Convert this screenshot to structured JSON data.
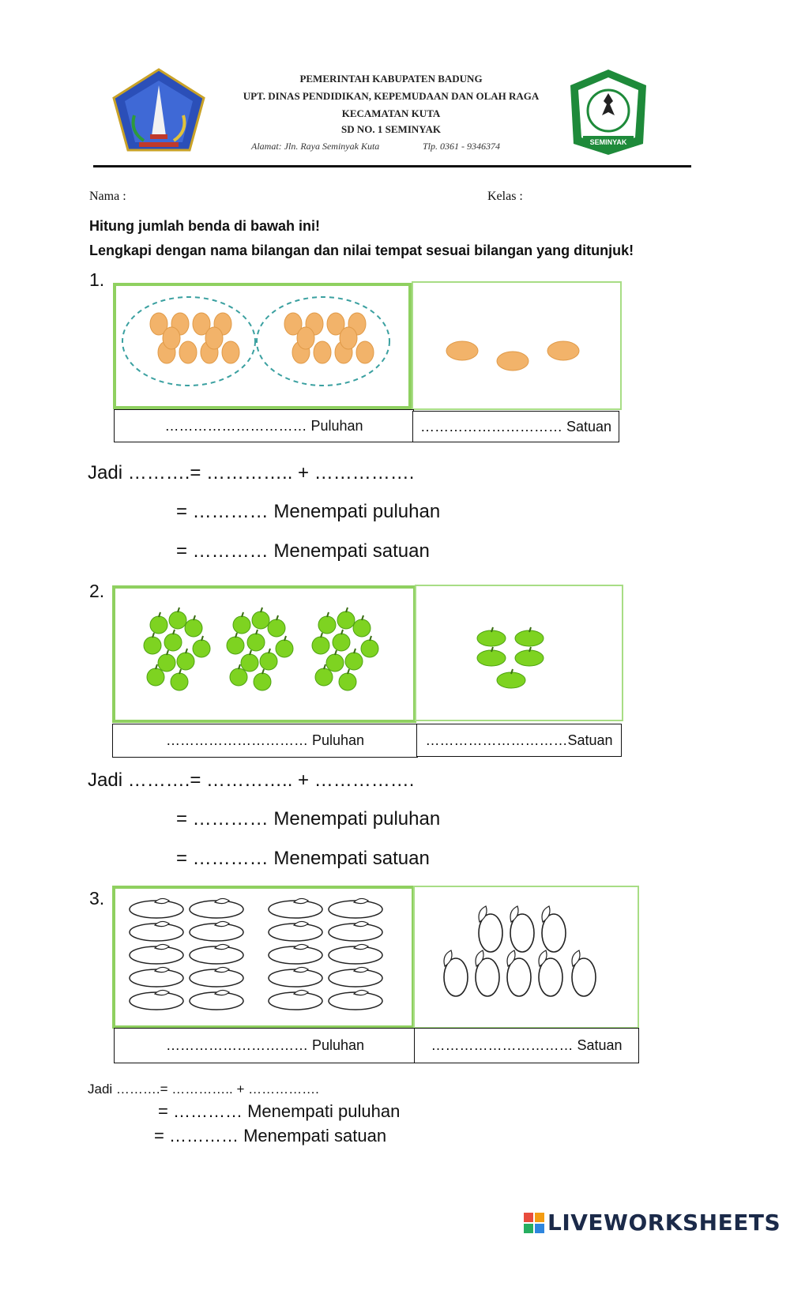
{
  "header": {
    "line1": "PEMERINTAH KABUPATEN BADUNG",
    "line2": "UPT. DINAS PENDIDIKAN, KEPEMUDAAN DAN OLAH RAGA",
    "line3": "KECAMATAN KUTA",
    "line4": "SD NO. 1 SEMINYAK",
    "address": "Alamat: Jln. Raya Seminyak Kuta",
    "phone": "Tlp. 0361 - 9346374",
    "right_logo_text": "SEMINYAK"
  },
  "fields": {
    "nama": "Nama :",
    "kelas": "Kelas :"
  },
  "instructions": {
    "line1": "Hitung jumlah benda di bawah ini!",
    "line2": "Lengkapi dengan nama bilangan dan nilai tempat sesuai bilangan yang ditunjuk!"
  },
  "questions": [
    {
      "number": "1.",
      "puluhan": "………………………… Puluhan",
      "satuan": "………………………… Satuan",
      "jadi": "Jadi ……….= …………..     +   …………….",
      "eq1": "= ………… Menempati puluhan",
      "eq2": "= ………… Menempati satuan",
      "objects": "eggs",
      "groups_of_ten": 2,
      "ones": 3
    },
    {
      "number": "2.",
      "puluhan": "………………………… Puluhan",
      "satuan": "…………………………Satuan",
      "jadi": "Jadi ……….= …………..     +   …………….",
      "eq1": "= ………… Menempati puluhan",
      "eq2": "= ………… Menempati satuan",
      "objects": "apples",
      "groups_of_ten": 3,
      "ones": 5
    },
    {
      "number": "3.",
      "puluhan": "………………………… Puluhan",
      "satuan": "………………………… Satuan",
      "jadi": "Jadi ……….= …………..     +   …………….",
      "eq1": "= ………… Menempati puluhan",
      "eq2": "= ………… Menempati satuan",
      "objects": "fruit outlines",
      "groups_of_ten": 2,
      "ones": 8
    }
  ],
  "watermark": "LIVEWORKSHEETS",
  "colors": {
    "green_border": "#8fd060",
    "egg": "#f2b36a",
    "apple": "#7ed321",
    "logo_blue": "#2b4fb8",
    "logo_green": "#1e8a3a"
  }
}
